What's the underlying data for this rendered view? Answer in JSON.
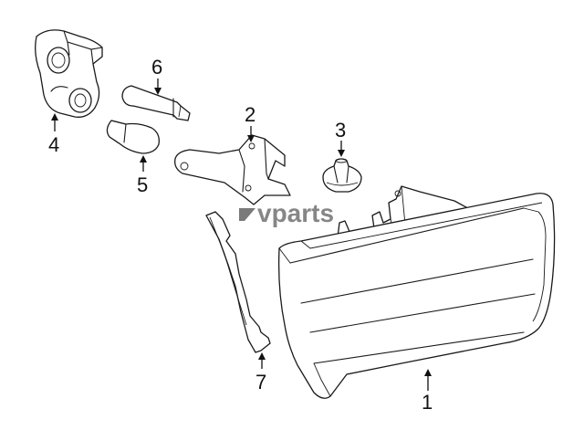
{
  "diagram": {
    "watermark": "vparts",
    "callouts": [
      "1",
      "2",
      "3",
      "4",
      "5",
      "6",
      "7"
    ]
  }
}
